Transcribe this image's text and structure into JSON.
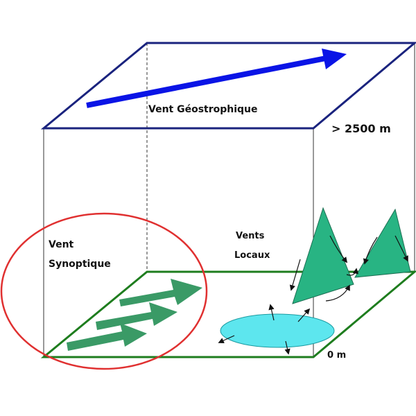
{
  "labels": {
    "geostrophic": "Vent Géostrophique",
    "altitude_top": "> 2500 m",
    "altitude_bottom": "0 m",
    "synoptic_line1": "Vent",
    "synoptic_line2": "Synoptique",
    "local_line1": "Vents",
    "local_line2": "Locaux"
  },
  "colors": {
    "box_top_edges": "#1a237e",
    "box_side_edges": "#333333",
    "ground_edges": "#1e7d1e",
    "geostrophic_arrow": "#0a14e6",
    "synoptic_arrows": "#3a9a66",
    "synoptic_ellipse": "#e03030",
    "lake_fill": "#5de6ee",
    "lake_stroke": "#1a9aa0",
    "mountain_fill": "#28b483",
    "mountain_stroke": "#1c6e52",
    "local_wind_arrows": "#111111"
  }
}
